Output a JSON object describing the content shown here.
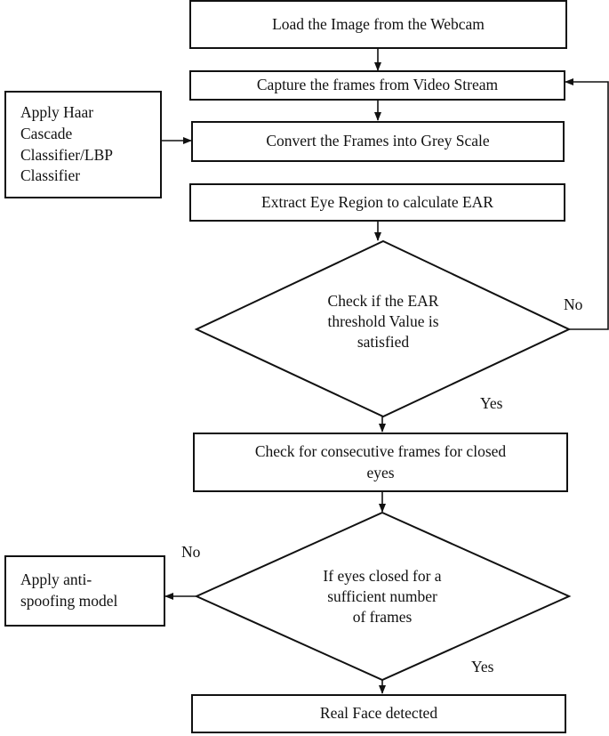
{
  "flowchart": {
    "steps": {
      "load": "Load the Image from the Webcam",
      "capture": "Capture the frames from Video Stream",
      "convert": "Convert the Frames into Grey Scale",
      "extract": "Extract Eye Region to calculate EAR",
      "check_consecutive": "Check for consecutive frames for closed\neyes",
      "real_face": "Real Face detected",
      "classifier": "Apply Haar\nCascade\nClassifier/LBP\nClassifier",
      "anti_spoof": "Apply anti-\nspoofing model"
    },
    "decisions": {
      "ear_threshold": "Check if the EAR\nthreshold Value is\nsatisfied",
      "eyes_closed": "If eyes closed for a\nsufficient number\nof frames"
    },
    "branch_labels": {
      "ear_no": "No",
      "ear_yes": "Yes",
      "closed_no": "No",
      "closed_yes": "Yes"
    }
  }
}
